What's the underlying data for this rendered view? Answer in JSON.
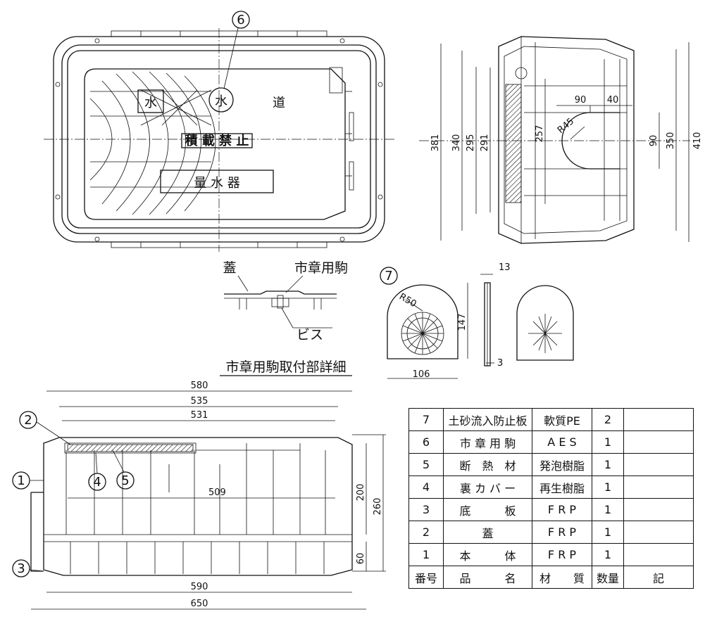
{
  "callouts": {
    "c1": "1",
    "c2": "2",
    "c3": "3",
    "c4": "4",
    "c5": "5",
    "c6": "6",
    "c7": "7"
  },
  "lid_chars": {
    "ch1": "水",
    "ch2": "水",
    "ch3": "道",
    "loadban": "積 載 禁 止",
    "meter": "量 水 器"
  },
  "side_dims": {
    "d381": "381",
    "d340": "340",
    "d295": "295",
    "d291": "291",
    "d257": "257",
    "d90a": "90",
    "d40": "40",
    "r45": "R45",
    "d90b": "90",
    "d350": "350",
    "d410": "410"
  },
  "detail": {
    "lid": "蓋",
    "koma": "市章用駒",
    "screw": "ビス",
    "title": "市章用駒取付部詳細"
  },
  "plate": {
    "r50": "R50",
    "d147": "147",
    "d106": "106",
    "d13": "13",
    "d3": "3"
  },
  "front_dims": {
    "d580": "580",
    "d535": "535",
    "d531": "531",
    "d509": "509",
    "d200": "200",
    "d260": "260",
    "d60": "60",
    "d590": "590",
    "d650": "650"
  },
  "parts_table": {
    "rows": [
      {
        "no": "7",
        "name": "土砂流入防止板",
        "material": "軟質PE",
        "qty": "2",
        "remark": ""
      },
      {
        "no": "6",
        "name": "市 章 用 駒",
        "material": "A E S",
        "qty": "1",
        "remark": ""
      },
      {
        "no": "5",
        "name": "断　熱　材",
        "material": "発泡樹脂",
        "qty": "1",
        "remark": ""
      },
      {
        "no": "4",
        "name": "裏 カ バ ー",
        "material": "再生樹脂",
        "qty": "1",
        "remark": ""
      },
      {
        "no": "3",
        "name": "底　　　板",
        "material": "F R P",
        "qty": "1",
        "remark": ""
      },
      {
        "no": "2",
        "name": "蓋",
        "material": "F R P",
        "qty": "1",
        "remark": ""
      },
      {
        "no": "1",
        "name": "本　　　体",
        "material": "F R P",
        "qty": "1",
        "remark": ""
      }
    ],
    "header": {
      "no": "番号",
      "name": "品　　　名",
      "material": "材　　質",
      "qty": "数量",
      "remark": "記"
    }
  }
}
